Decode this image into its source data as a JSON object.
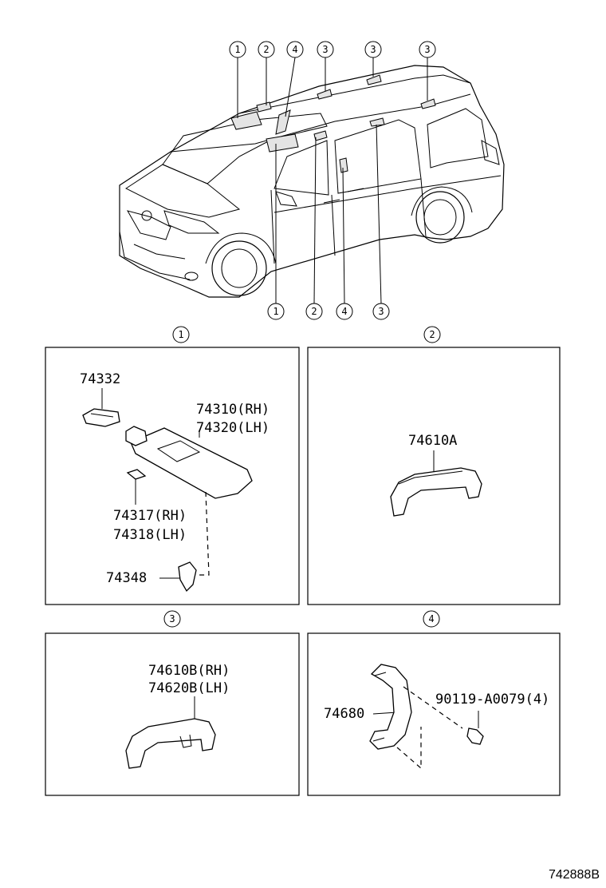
{
  "overview": {
    "callouts_top": [
      "1",
      "2",
      "4",
      "3",
      "3",
      "3"
    ],
    "callouts_bottom": [
      "1",
      "2",
      "4",
      "3"
    ]
  },
  "panels": [
    {
      "number": "1",
      "labels": [
        "74332",
        "74310(RH)",
        "74320(LH)",
        "74317(RH)",
        "74318(LH)",
        "74348"
      ]
    },
    {
      "number": "2",
      "labels": [
        "74610A"
      ]
    },
    {
      "number": "3",
      "labels": [
        "74610B(RH)",
        "74620B(LH)"
      ]
    },
    {
      "number": "4",
      "labels": [
        "74680",
        "90119-A0079(4)"
      ]
    }
  ],
  "figure_id": "742888B"
}
